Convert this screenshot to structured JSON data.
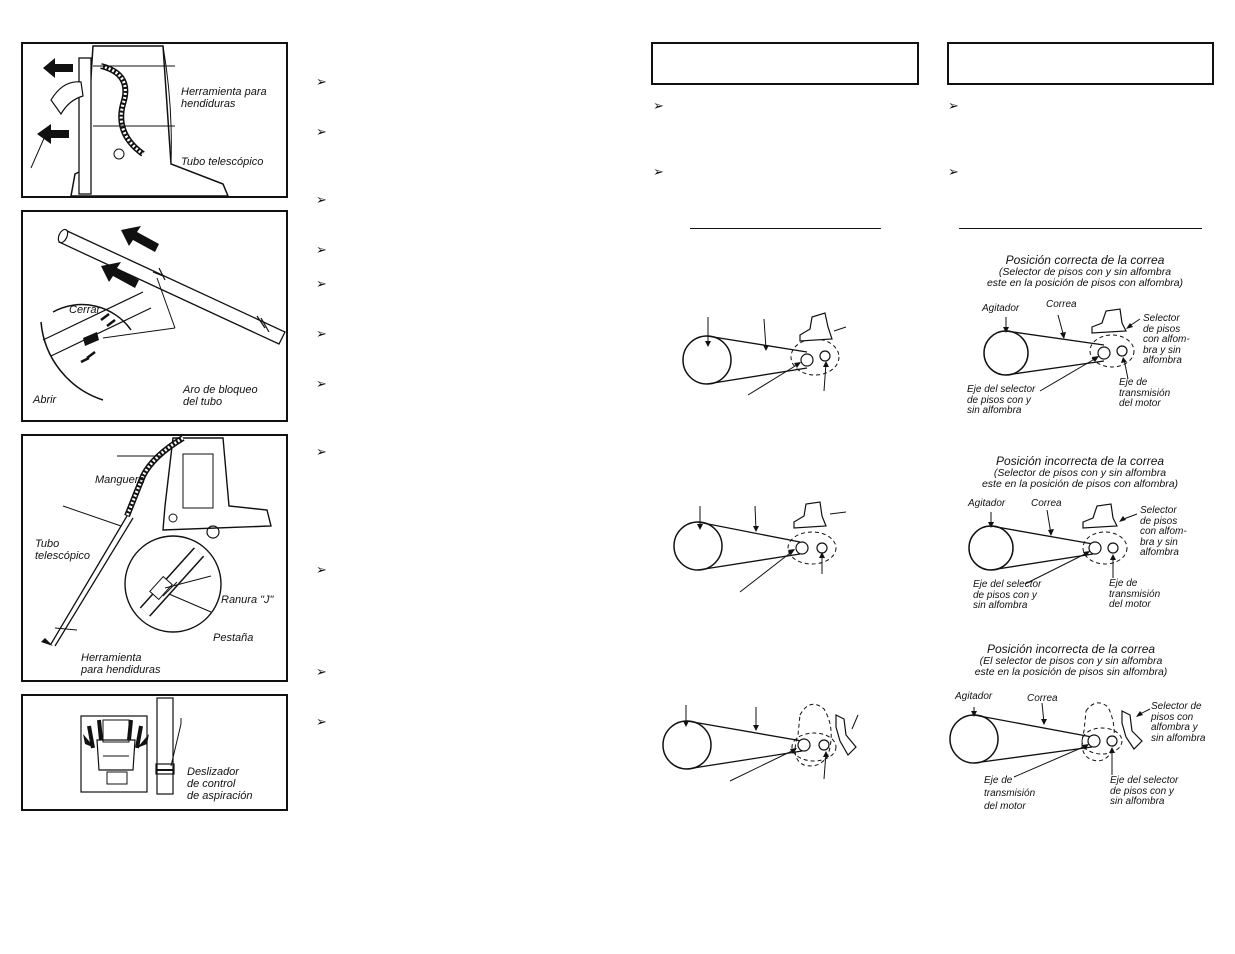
{
  "figures": {
    "fig1": {
      "crevice_tool": "Herramienta para\nhendiduras",
      "wand": "Tubo telescópico"
    },
    "fig2": {
      "close": "Cerrar",
      "open": "Abrir",
      "lock_ring": "Aro de bloqueo\ndel tubo"
    },
    "fig3": {
      "hose": "Manguera",
      "wand": "Tubo\ntelescópico",
      "j_slot": "Ranura \"J\"",
      "tab": "Pestaña",
      "crevice_tool": "Herramienta\npara hendiduras"
    },
    "fig4": {
      "suction_slider": "Deslizador\nde control\nde aspiración"
    }
  },
  "bullet_glyph": "➢",
  "belt_diagrams": {
    "correct": {
      "title": "Posición correcta de la correa",
      "subtitle": "(Selector de pisos con y sin alfombra\neste en la posición de pisos con alfombra)",
      "agitator": "Agitador",
      "belt": "Correa",
      "selector": "Selector\nde pisos\ncon alfom-\nbra y sin\nalfombra",
      "selector_shaft": "Eje del selector\nde pisos con y\nsin alfombra",
      "motor_shaft": "Eje de\ntransmisión\ndel motor"
    },
    "incorrect_1": {
      "title": "Posición incorrecta de la correa",
      "subtitle": "(Selector de pisos con y sin alfombra\neste en la posición de pisos con alfombra)",
      "agitator": "Agitador",
      "belt": "Correa",
      "selector": "Selector\nde pisos\ncon alfom-\nbra y sin\nalfombra",
      "selector_shaft": "Eje del selector\nde pisos con y\nsin alfombra",
      "motor_shaft": "Eje de\ntransmisión\ndel motor"
    },
    "incorrect_2": {
      "title": "Posición incorrecta de la correa",
      "subtitle": "(El selector de pisos con y sin alfombra\neste en la posición de pisos sin alfombra)",
      "agitator": "Agitador",
      "belt": "Correa",
      "selector": "Selector de\npisos con\nalfombra y\nsin alfombra",
      "motor_shaft": "Eje de\ntransmisión\ndel motor",
      "selector_shaft": "Eje del selector\nde pisos con y\nsin alfombra"
    }
  }
}
